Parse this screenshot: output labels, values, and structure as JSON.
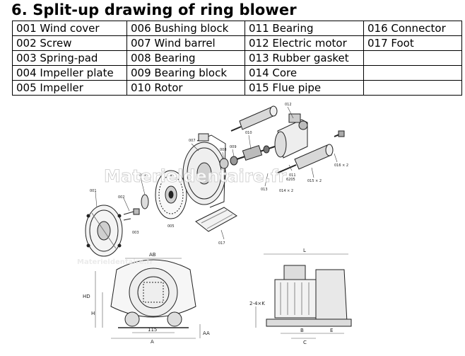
{
  "heading": "6. Split-up drawing of ring blower",
  "parts_table": {
    "rows": [
      [
        "001 Wind cover",
        "006 Bushing block",
        "011 Bearing",
        "016 Connector"
      ],
      [
        "002 Screw",
        "007 Wind barrel",
        "012 Electric motor",
        "017 Foot"
      ],
      [
        "003 Spring-pad",
        "008 Bearing",
        "013 Rubber gasket",
        ""
      ],
      [
        "004 Impeller plate",
        "009 Bearing block",
        "014 Core",
        ""
      ],
      [
        "005 Impeller",
        "010 Rotor",
        "015 Flue pipe",
        ""
      ]
    ]
  },
  "drawing_labels": {
    "p001": "001",
    "p002": "002",
    "p003": "003",
    "p004": "004",
    "p005": "005",
    "p007": "007",
    "p008": "008",
    "p009": "009",
    "p010": "010",
    "p011": "011",
    "p011b": "6205",
    "p012": "012",
    "p013": "013",
    "p014": "014 × 2",
    "p015": "015 × 2",
    "p016": "016 × 2",
    "p017": "017"
  },
  "dimension_labels": {
    "ab": "AB",
    "h": "H",
    "hd": "HD",
    "aa": "AA",
    "dim115": "115",
    "a": "A",
    "l": "L",
    "b": "B",
    "c": "C",
    "e": "E",
    "k": "2-4×K"
  },
  "watermarks": {
    "main": "Materieldentaire.fr",
    "small": "Materieldentaire.fr"
  }
}
